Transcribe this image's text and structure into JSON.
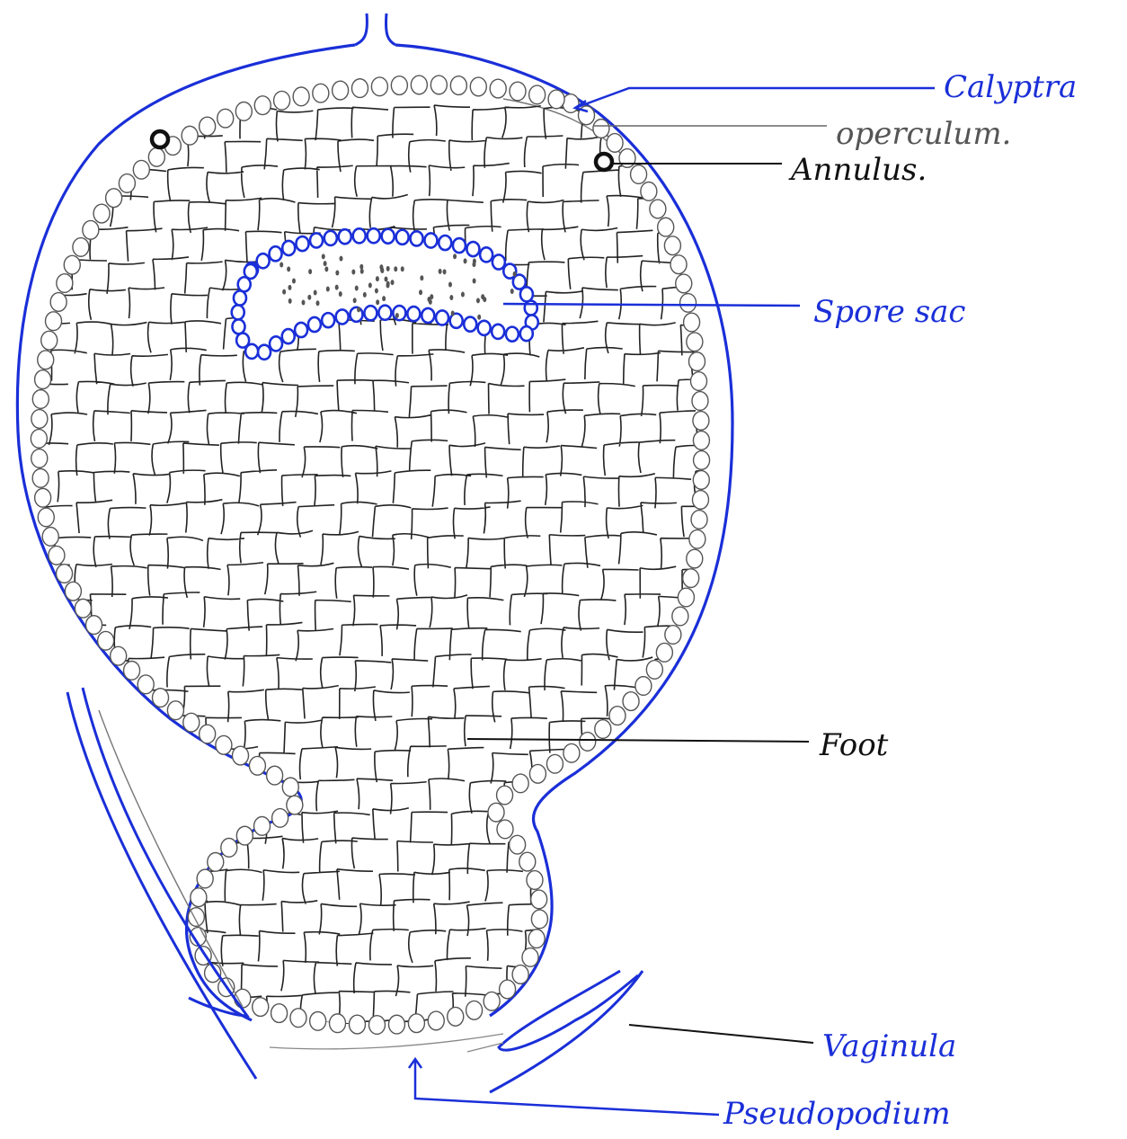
{
  "diagram": {
    "labels": {
      "calyptra": "Calyptra",
      "operculum": "operculum.",
      "annulus": "Annulus.",
      "spore_sac": "Spore sac",
      "foot": "Foot",
      "vaginula": "Vaginula",
      "pseudopodium": "Pseudopodium"
    },
    "colors": {
      "ink_blue": "#1a2fd8",
      "ink_black": "#1a1a1a",
      "pencil_grey": "#555555"
    }
  }
}
